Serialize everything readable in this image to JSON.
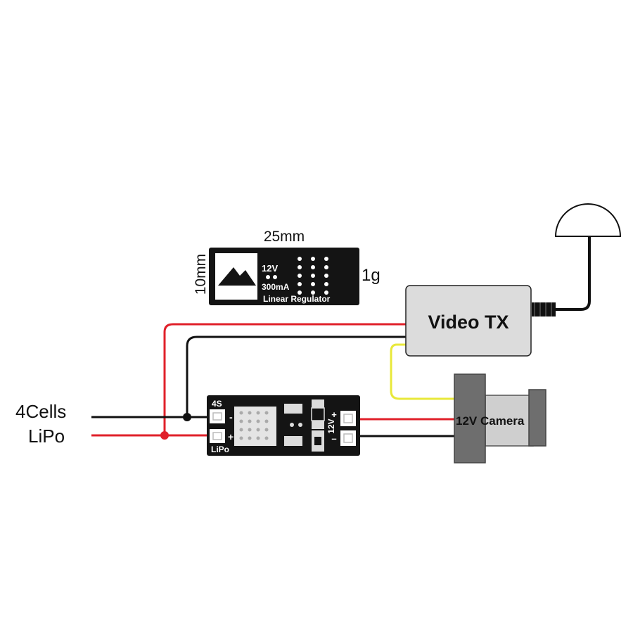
{
  "regulator": {
    "width_label": "25mm",
    "height_label": "10mm",
    "weight_label": "1g",
    "voltage": "12V",
    "current": "300mA",
    "type": "Linear Regulator"
  },
  "battery": {
    "label_line1": "4Cells",
    "label_line2": "LiPo"
  },
  "board": {
    "input_label_top": "4S",
    "input_label_bottom": "LiPo",
    "input_minus": "-",
    "input_plus": "+",
    "output_label": "12V",
    "output_plus": "+",
    "output_minus": "–"
  },
  "video_tx": {
    "label": "Video TX"
  },
  "camera": {
    "label": "12V Camera"
  },
  "colors": {
    "red_wire": "#e0202a",
    "black_wire": "#111111",
    "yellow_wire": "#e8e83a",
    "module_fill": "#dcdcdc",
    "camera_dark": "#6e6e6e",
    "camera_light": "#cfcfcf",
    "board_fill": "#141414"
  }
}
